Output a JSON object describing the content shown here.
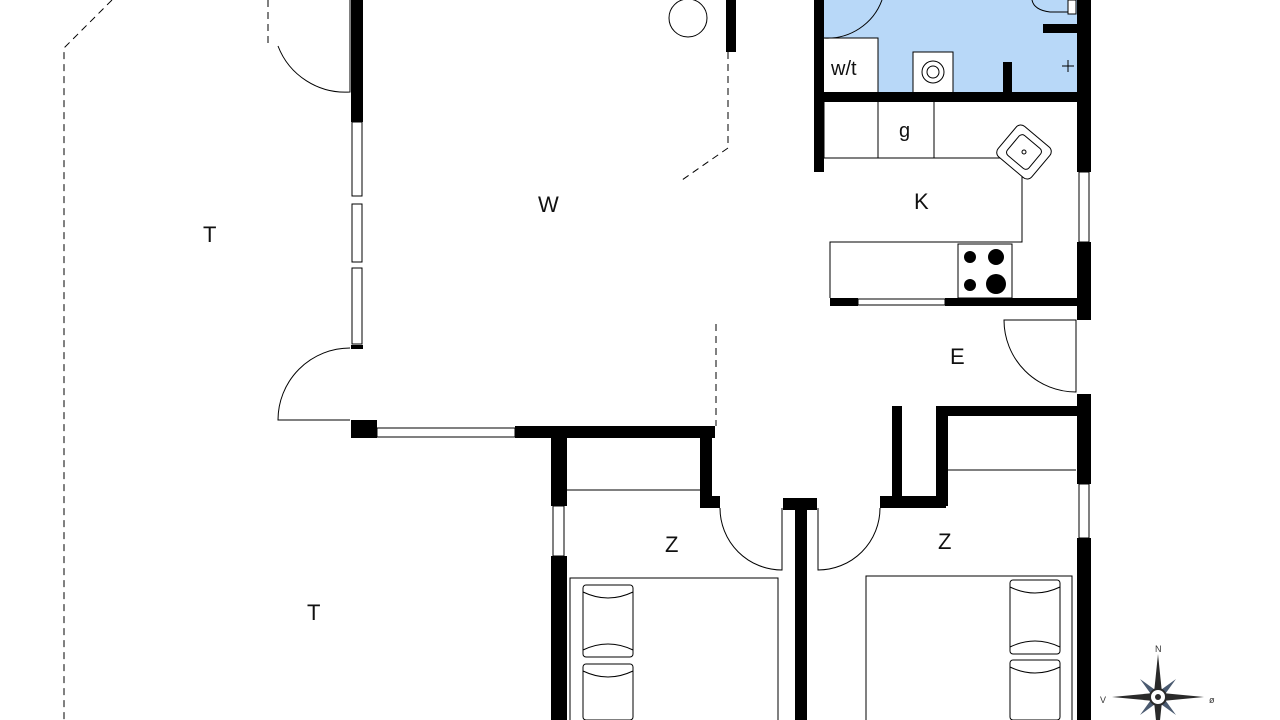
{
  "rooms": {
    "terrace_upper": "T",
    "terrace_lower": "T",
    "living": "W",
    "kitchen": "K",
    "entry": "E",
    "bedroom_left": "Z",
    "bedroom_right": "Z",
    "wc": "w/t",
    "storage": "g"
  },
  "compass": {
    "north": "N",
    "west": "V",
    "east": "ø"
  },
  "colors": {
    "bathroom_fill": "#b8d8f8",
    "wall": "#000000"
  }
}
